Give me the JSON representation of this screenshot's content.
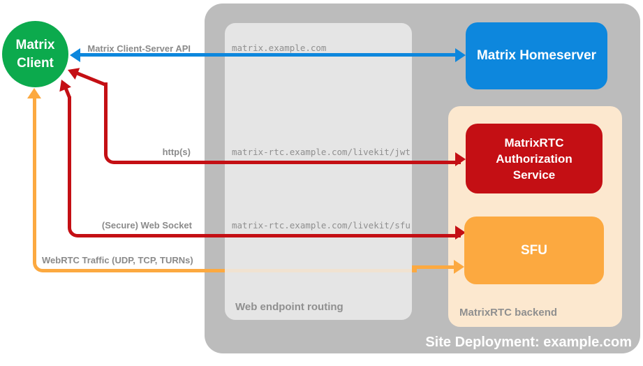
{
  "diagram": {
    "title": "Site Deployment: example.com",
    "client_label": "Matrix Client",
    "homeserver_label": "Matrix Homeserver",
    "auth_service_label": "MatrixRTC Authorization Service",
    "sfu_label": "SFU",
    "routing_label": "Web endpoint routing",
    "backend_label": "MatrixRTC backend"
  },
  "connections": [
    {
      "name": "client-server-api",
      "label": "Matrix Client-Server API",
      "endpoint": "matrix.example.com",
      "from": "Matrix Client",
      "to": "Matrix Homeserver",
      "color": "#0d87dd"
    },
    {
      "name": "https-auth",
      "label": "http(s)",
      "endpoint": "matrix-rtc.example.com/livekit/jwt",
      "from": "Matrix Client",
      "to": "MatrixRTC Authorization Service",
      "color": "#c40f14"
    },
    {
      "name": "secure-web-socket",
      "label": "(Secure) Web Socket",
      "endpoint": "matrix-rtc.example.com/livekit/sfu",
      "from": "Matrix Client",
      "to": "SFU",
      "color": "#c40f14"
    },
    {
      "name": "webrtc-traffic",
      "label": "WebRTC Traffic (UDP, TCP, TURNs)",
      "endpoint": "",
      "from": "Matrix Client",
      "to": "SFU",
      "color": "#fca940"
    }
  ],
  "colors": {
    "client_green": "#0caa4d",
    "homeserver_blue": "#0d87dd",
    "auth_red": "#c40f14",
    "sfu_orange": "#fca940",
    "backend_peach": "#fce8cf",
    "site_gray": "#bcbcbc",
    "routing_gray": "#e5e5e5",
    "label_gray": "#8a8a8a"
  }
}
